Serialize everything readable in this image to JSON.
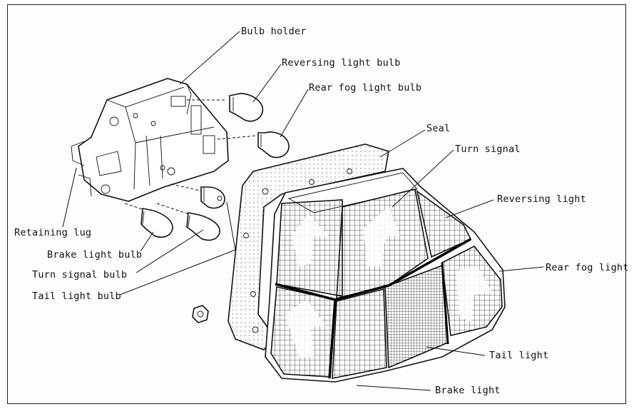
{
  "diagram": {
    "labels": {
      "bulb_holder": "Bulb holder",
      "reversing_light_bulb": "Reversing light bulb",
      "rear_fog_light_bulb": "Rear fog light bulb",
      "seal": "Seal",
      "turn_signal": "Turn signal",
      "reversing_light": "Reversing light",
      "rear_fog_light": "Rear fog light",
      "retaining_lug": "Retaining lug",
      "brake_light_bulb": "Brake light bulb",
      "turn_signal_bulb": "Turn signal bulb",
      "tail_light_bulb": "Tail light bulb",
      "tail_light": "Tail light",
      "brake_light": "Brake light"
    }
  }
}
